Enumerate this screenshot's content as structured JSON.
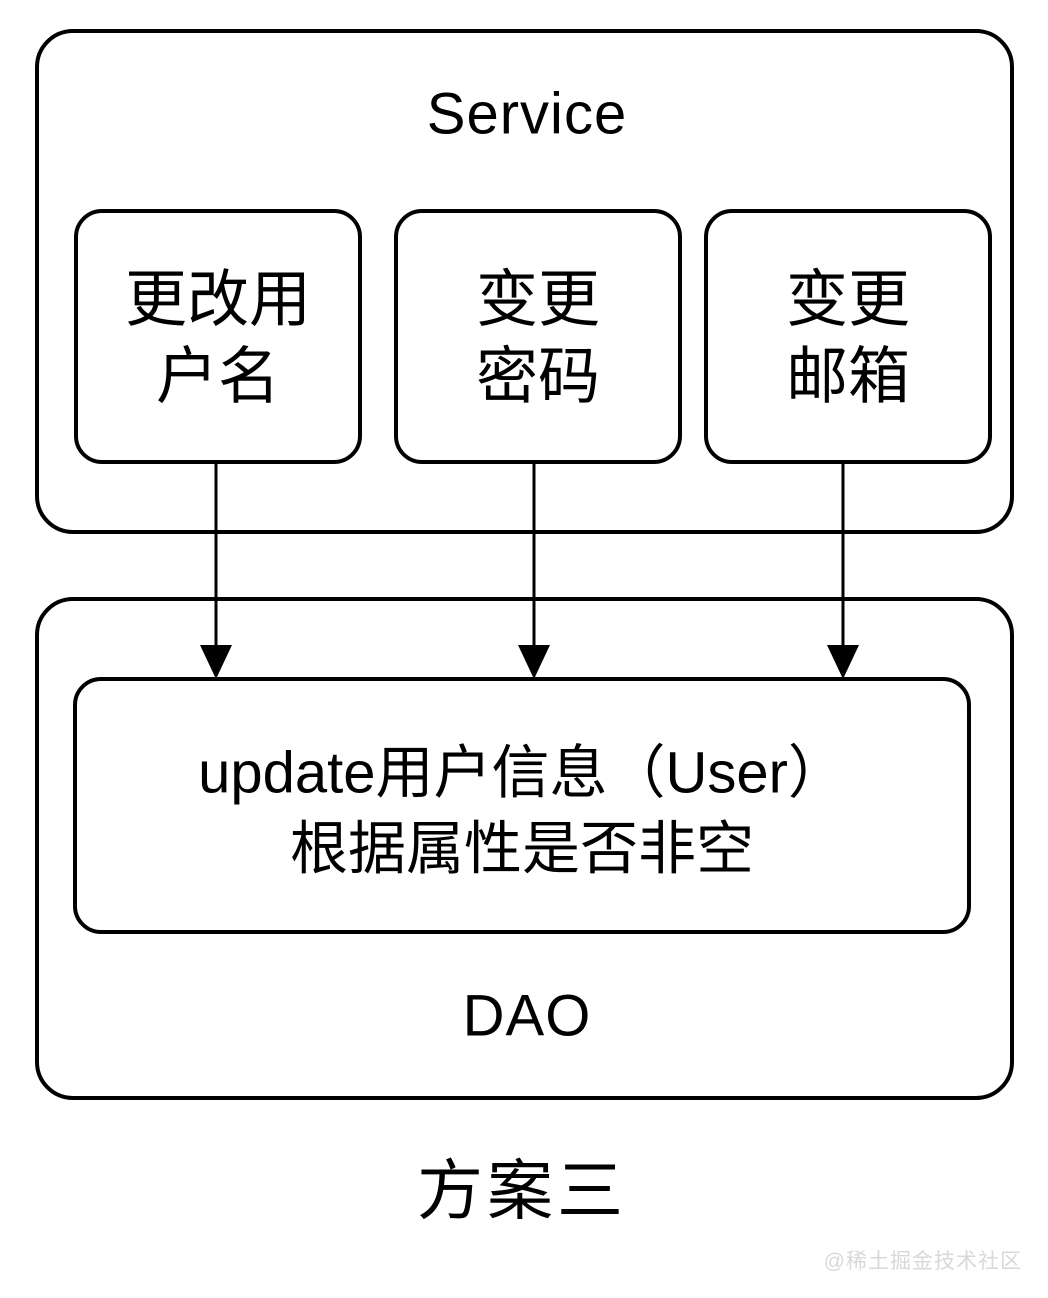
{
  "diagram": {
    "caption": "方案三",
    "watermark": "@稀土掘金技术社区",
    "colors": {
      "stroke": "#000000",
      "fill": "#ffffff",
      "watermark": "#d8d8d8"
    },
    "layers": [
      {
        "id": "service",
        "title": "Service",
        "nodes": [
          {
            "id": "change-username",
            "line1": "更改用",
            "line2": "户名"
          },
          {
            "id": "change-password",
            "line1": "变更",
            "line2": "密码"
          },
          {
            "id": "change-email",
            "line1": "变更",
            "line2": "邮箱"
          }
        ]
      },
      {
        "id": "dao",
        "title": "DAO",
        "nodes": [
          {
            "id": "update-user",
            "line1": "update用户信息（User）",
            "line2": "根据属性是否非空"
          }
        ]
      }
    ],
    "connections": [
      {
        "id": "conn-username-to-update",
        "from": "change-username",
        "to": "update-user"
      },
      {
        "id": "conn-password-to-update",
        "from": "change-password",
        "to": "update-user"
      },
      {
        "id": "conn-email-to-update",
        "from": "change-email",
        "to": "update-user"
      }
    ]
  }
}
